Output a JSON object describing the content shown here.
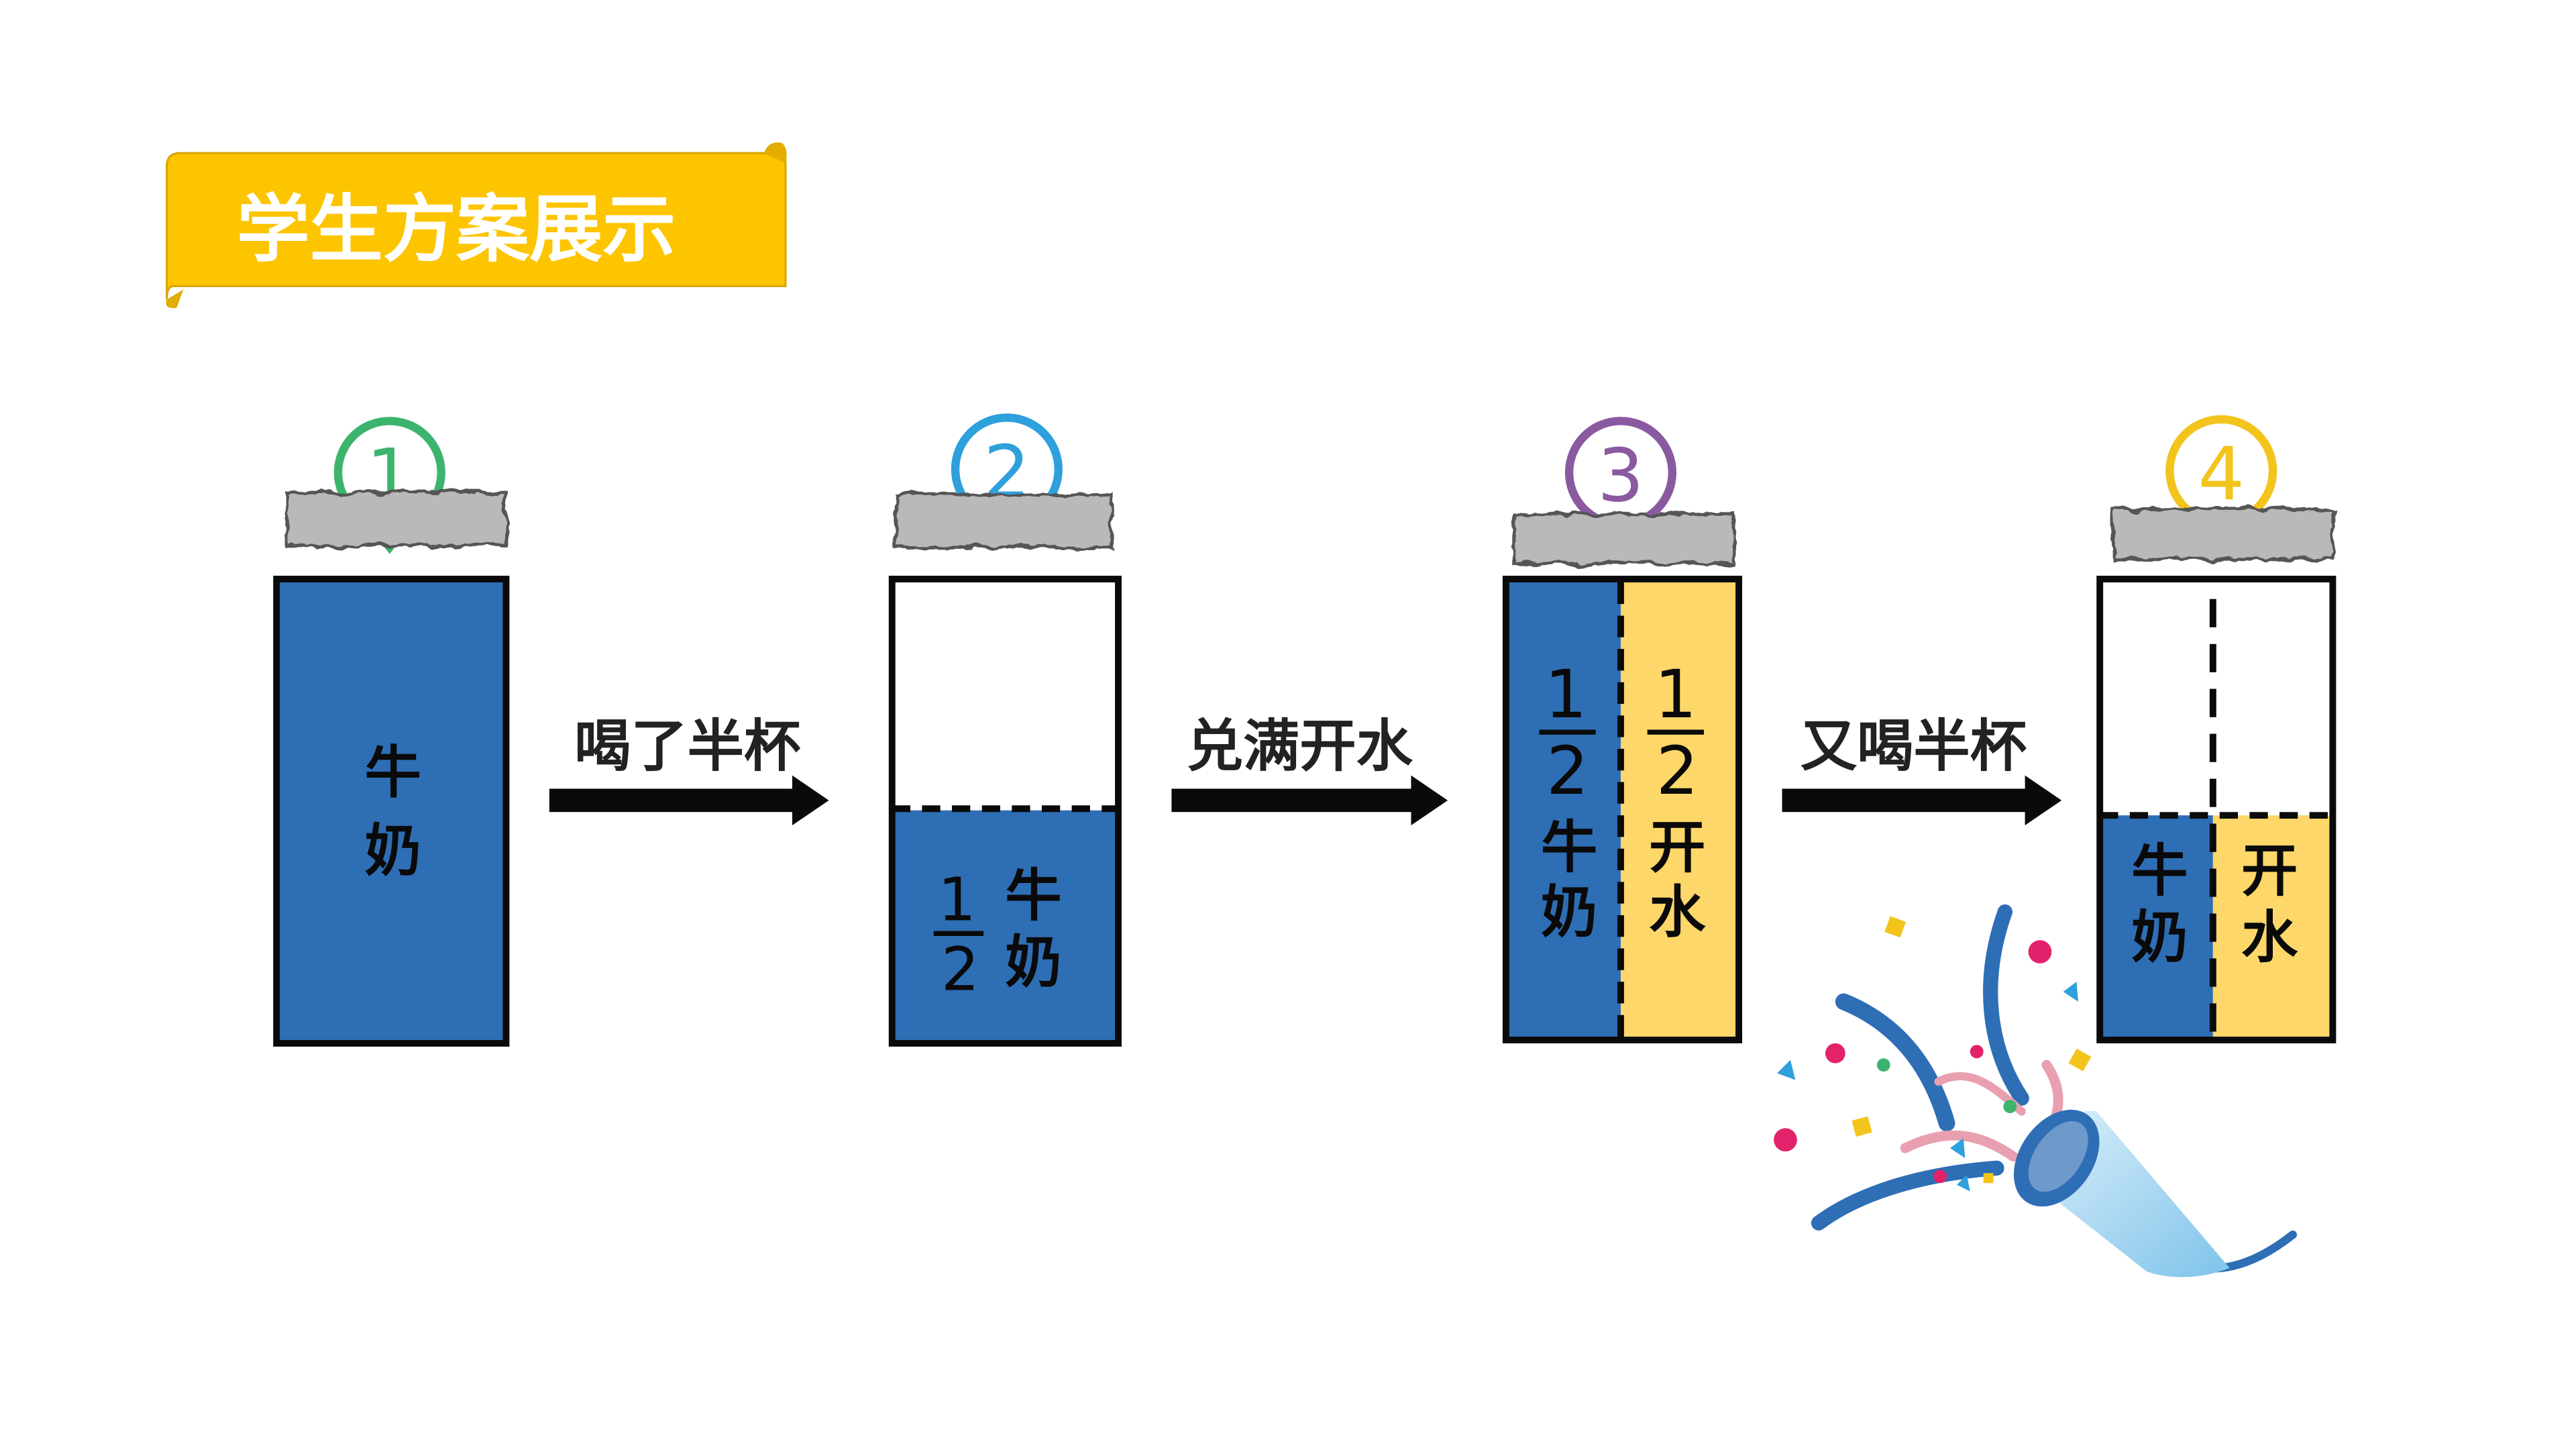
{
  "title": "学生方案展示",
  "colors": {
    "banner": "#FDC400",
    "milk": "#2E6EB5",
    "water": "#FDD769",
    "step1": "#3DB46D",
    "step2": "#2EA0DC",
    "step3": "#8A5AA0",
    "step4": "#F2C41C",
    "outline": "#0a0a0a"
  },
  "steps": [
    {
      "number": "1",
      "milk_level": 1.0,
      "texts": {
        "milk_label_top": "牛",
        "milk_label_bottom": "奶"
      }
    },
    {
      "number": "2",
      "milk_level": 0.5,
      "texts": {
        "frac_num": "1",
        "frac_den": "2",
        "milk_label_top": "牛",
        "milk_label_bottom": "奶"
      }
    },
    {
      "number": "3",
      "milk_level": 0.5,
      "water_level": 0.5,
      "texts": {
        "left_frac_num": "1",
        "left_frac_den": "2",
        "milk_label_top": "牛",
        "milk_label_bottom": "奶",
        "right_frac_num": "1",
        "right_frac_den": "2",
        "water_label_top": "开",
        "water_label_bottom": "水"
      }
    },
    {
      "number": "4",
      "milk_level": 0.25,
      "water_level": 0.25,
      "texts": {
        "milk_label_top": "牛",
        "milk_label_bottom": "奶",
        "water_label_top": "开",
        "water_label_bottom": "水"
      }
    }
  ],
  "arrows": [
    "喝了半杯",
    "兑满开水",
    "又喝半杯"
  ],
  "decoration": {
    "confetti_icon": "party-popper-icon"
  }
}
